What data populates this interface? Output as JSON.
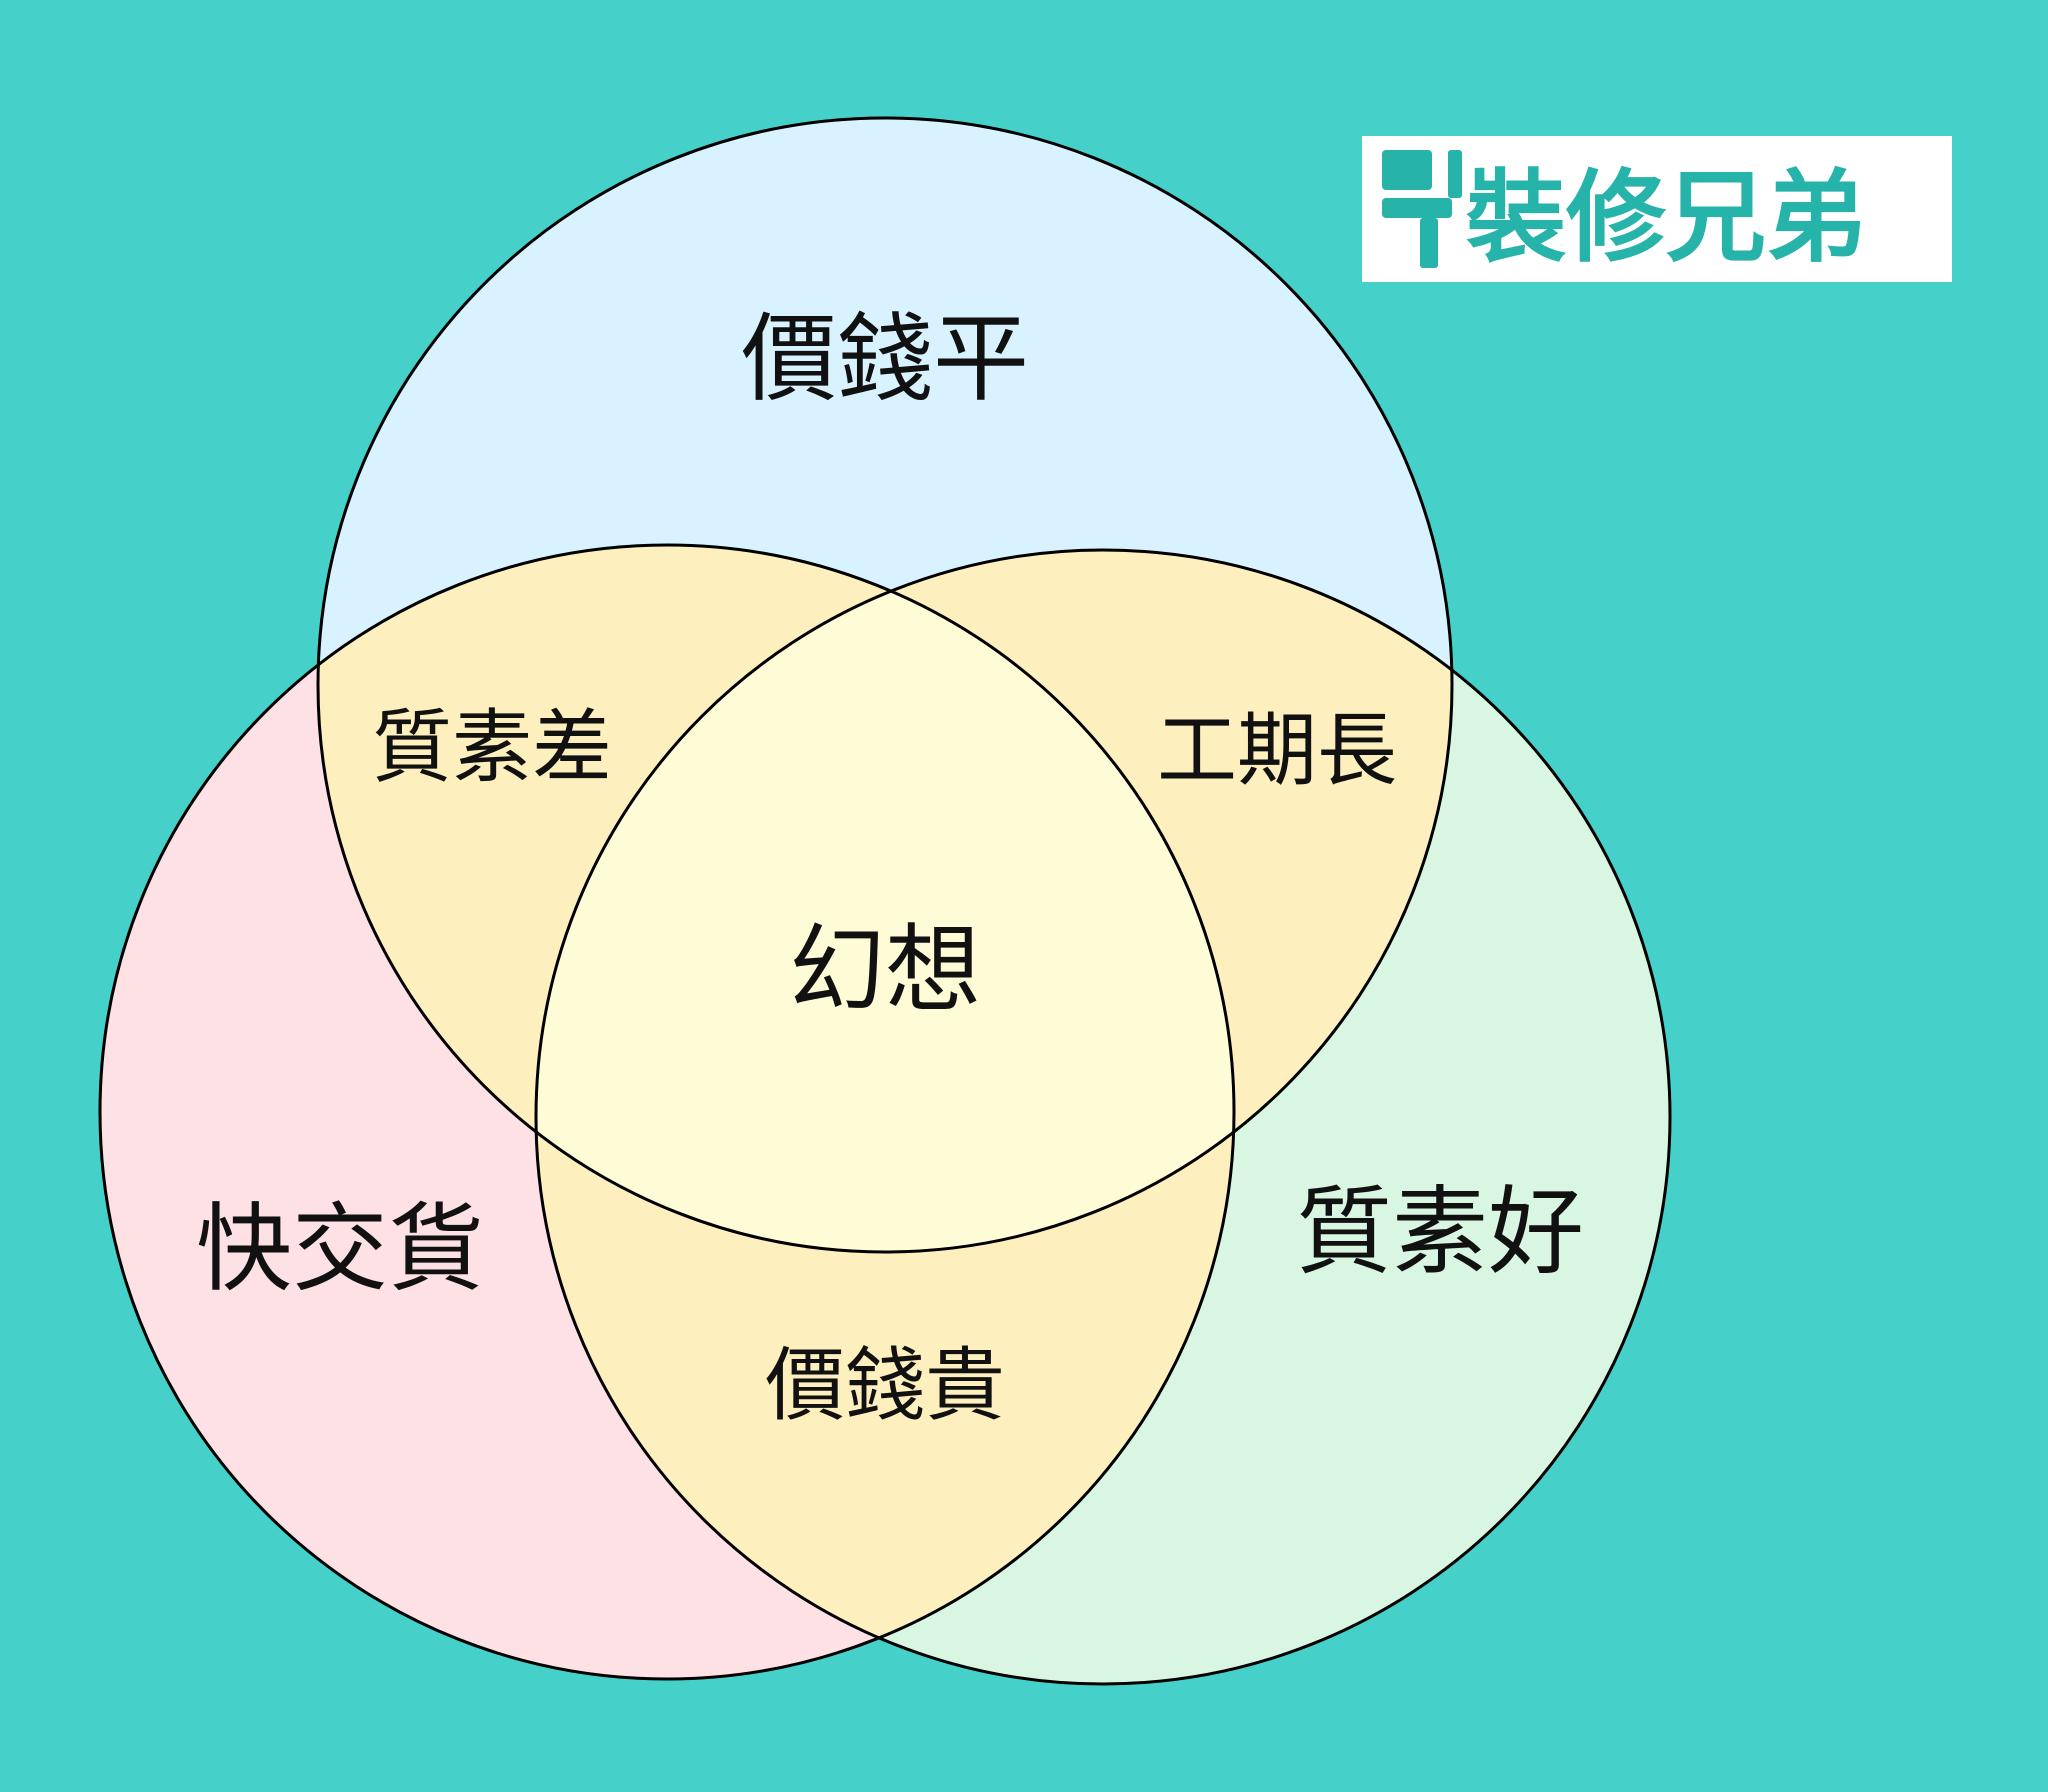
{
  "colors": {
    "background": "#45d1c9",
    "circle_top": "#d8f3ff",
    "circle_left": "#fde1e5",
    "circle_right": "#d8f6e2",
    "overlap_pair": "#fdefbe",
    "overlap_center": "#fefcd7",
    "outline": "#000000",
    "brand": "#26b3a9",
    "brand_box": "#ffffff"
  },
  "diagram": {
    "circles": {
      "top": "價錢平",
      "left": "快交貨",
      "right": "質素好"
    },
    "overlaps": {
      "top_left": "質素差",
      "top_right": "工期長",
      "left_right": "價錢貴",
      "all_three": "幻想"
    }
  },
  "brand": {
    "name": "裝修兄弟",
    "icon": "paint-roller-icon"
  }
}
